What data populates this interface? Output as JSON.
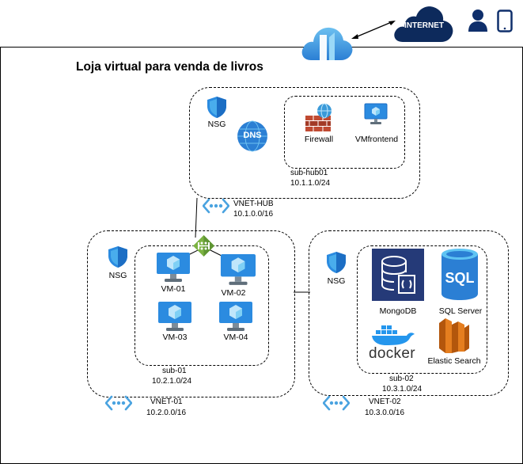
{
  "diagram": {
    "title": "Loja virtual para venda de livros",
    "internet": {
      "label": "INTERNET"
    },
    "hub": {
      "nsg_label": "NSG",
      "dns_label": "DNS",
      "firewall_label": "Firewall",
      "vmfrontend_label": "VMfrontend",
      "subnet_name": "sub-hub01",
      "subnet_cidr": "10.1.1.0/24",
      "vnet_name": "VNET-HUB",
      "vnet_cidr": "10.1.0.0/16"
    },
    "vnet01": {
      "nsg_label": "NSG",
      "vms": [
        "VM-01",
        "VM-02",
        "VM-03",
        "VM-04"
      ],
      "subnet_name": "sub-01",
      "subnet_cidr": "10.2.1.0/24",
      "vnet_name": "VNET-01",
      "vnet_cidr": "10.2.0.0/16"
    },
    "vnet02": {
      "nsg_label": "NSG",
      "mongodb_label": "MongoDB",
      "sql_icon_text": "SQL",
      "sqlserver_label": "SQL Server",
      "docker_label": "docker",
      "elastic_label": "Elastic Search",
      "subnet_name": "sub-02",
      "subnet_cidr": "10.3.1.0/24",
      "vnet_name": "VNET-02",
      "vnet_cidr": "10.3.0.0/16"
    },
    "colors": {
      "azure_blue": "#2b8be0",
      "azure_light": "#5ec4f3",
      "internet_navy": "#0d2a5c",
      "user_navy": "#0f2f6b",
      "peering_green": "#7cb342",
      "firewall_red": "#b5422c",
      "mongodb_navy": "#253a78",
      "docker_blue": "#2496ed",
      "elastic_orange": "#e57e1f"
    }
  }
}
